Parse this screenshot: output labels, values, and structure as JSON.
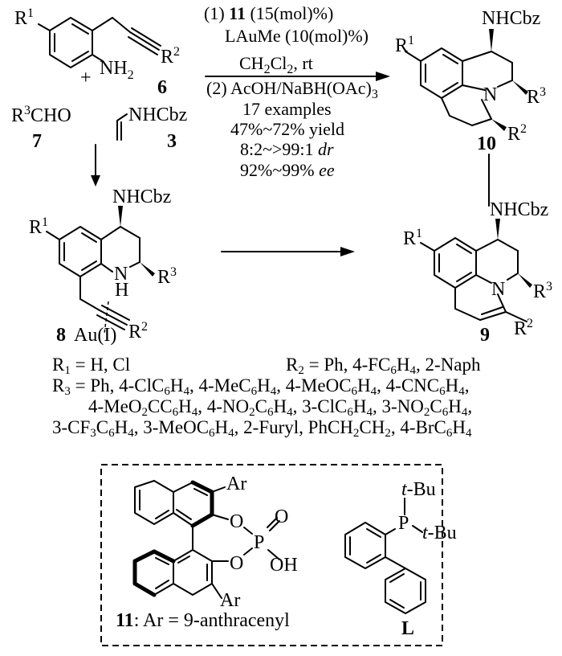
{
  "compounds": {
    "c6": {
      "number": "6",
      "r1": "R",
      "r1_sup": "1",
      "r2": "R",
      "r2_sup": "2",
      "amine": "NH",
      "amine_sub": "2"
    },
    "c7": {
      "number": "7",
      "formula_r": "R",
      "formula_sup": "3",
      "formula_rest": "CHO"
    },
    "c3": {
      "number": "3",
      "group": "NHCbz"
    },
    "c8": {
      "number": "8",
      "metal": "Au(I)",
      "nh_n": "N",
      "nh_h": "H",
      "amide": "NHCbz",
      "r1": "R",
      "r1_sup": "1",
      "r2": "R",
      "r2_sup": "2",
      "r3": "R",
      "r3_sup": "3"
    },
    "c9": {
      "number": "9",
      "amide": "NHCbz",
      "n": "N",
      "r1": "R",
      "r1_sup": "1",
      "r2": "R",
      "r2_sup": "2",
      "r3": "R",
      "r3_sup": "3"
    },
    "c10": {
      "number": "10",
      "amide": "NHCbz",
      "n": "N",
      "r1": "R",
      "r1_sup": "1",
      "r2": "R",
      "r2_sup": "2",
      "r3": "R",
      "r3_sup": "3"
    },
    "c11": {
      "number": "11",
      "caption": ": Ar = 9-anthracenyl",
      "ar": "Ar",
      "o": "O",
      "p": "P",
      "oh": "OH"
    },
    "ligand": {
      "label": "L",
      "p": "P",
      "tbu_t": "t",
      "tbu_rest": "-Bu"
    }
  },
  "plus_sign": "+",
  "conditions": {
    "line1_prefix": "(1) ",
    "line1_bold": "11",
    "line1_suffix": " (15(mol)%)",
    "line2": "LAuMe (10(mol)%)",
    "line3_a": "CH",
    "line3_sub1": "2",
    "line3_b": "Cl",
    "line3_sub2": "2",
    "line3_c": ", rt",
    "line4_a": "(2) AcOH/NaBH(OAc)",
    "line4_sub": "3",
    "line5": "17 examples",
    "line6": "47%~72% yield",
    "line7_a": "8:2~>99:1 ",
    "line7_italic": "dr",
    "line8_a": "92%~99% ",
    "line8_italic": "ee"
  },
  "substituents": {
    "r1_line": "= H, Cl",
    "r2_line": "= Ph, 4-FC6H4, 2-Naph",
    "r3_line1": "= Ph, 4-ClC6H4, 4-MeC6H4, 4-MeOC6H4, 4-CNC6H4,",
    "r3_line2": "4-MeO2CC6H4, 4-NO2C6H4, 3-ClC6H4, 3-NO2C6H4,",
    "r3_line3": "3-CF3C6H4, 3-MeOC6H4, 2-Furyl, PhCH2CH2, 4-BrC6H4"
  }
}
